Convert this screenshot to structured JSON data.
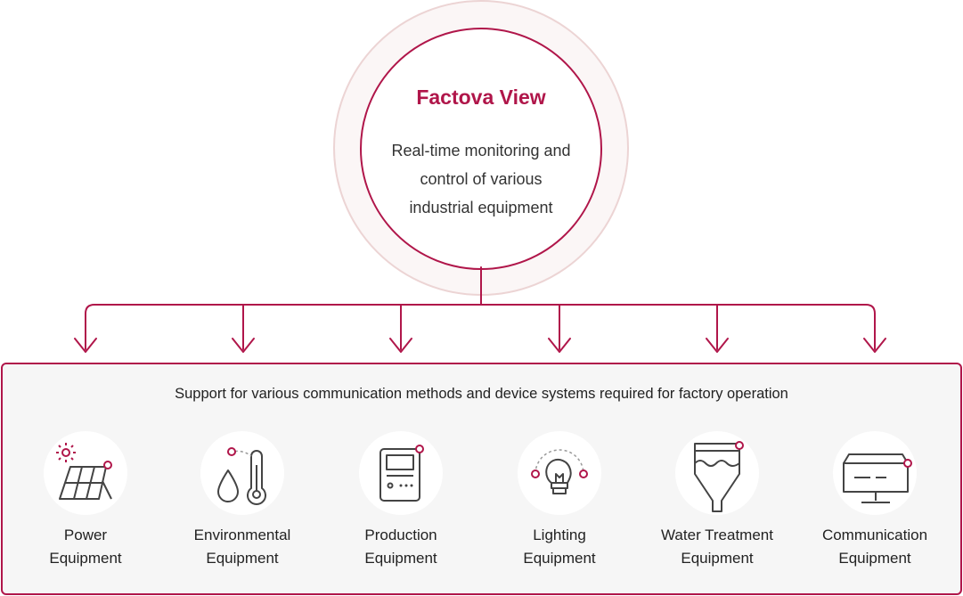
{
  "hub": {
    "title": "Factova View",
    "description_lines": [
      "Real-time monitoring and",
      "control of various",
      "industrial equipment"
    ]
  },
  "panel": {
    "heading": "Support for various communication methods and device systems required for factory operation"
  },
  "equipment": [
    {
      "icon": "solar-panel-icon",
      "line1": "Power",
      "line2": "Equipment"
    },
    {
      "icon": "droplet-thermometer-icon",
      "line1": "Environmental",
      "line2": "Equipment"
    },
    {
      "icon": "production-device-icon",
      "line1": "Production",
      "line2": "Equipment"
    },
    {
      "icon": "light-bulb-icon",
      "line1": "Lighting",
      "line2": "Equipment"
    },
    {
      "icon": "water-tank-icon",
      "line1": "Water Treatment",
      "line2": "Equipment"
    },
    {
      "icon": "communication-device-icon",
      "line1": "Communication",
      "line2": "Equipment"
    }
  ],
  "colors": {
    "accent": "#b0164a",
    "ring": "#ecd4d4",
    "panel_bg": "#f6f6f6",
    "icon_stroke": "#444444"
  }
}
